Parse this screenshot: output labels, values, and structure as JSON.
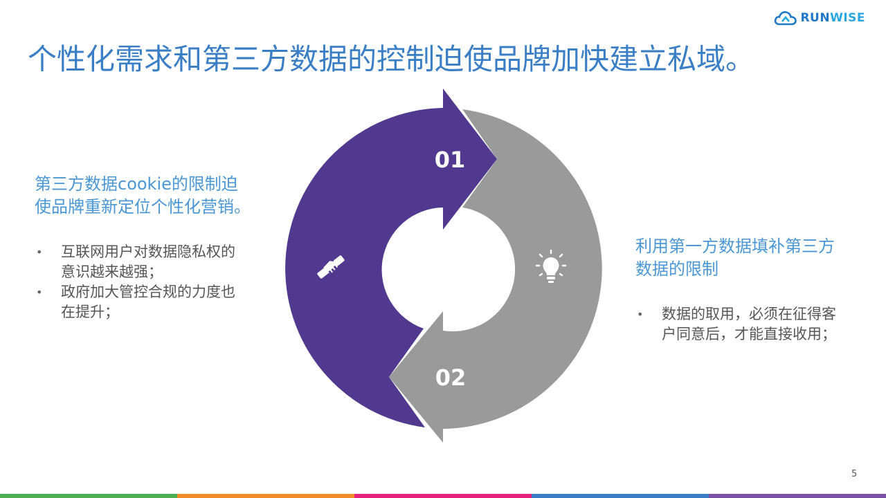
{
  "brand": {
    "logo_run": "RUN",
    "logo_wise": "WISE"
  },
  "slide": {
    "title": "个性化需求和第三方数据的控制迫使品牌加快建立私域。",
    "page_number": "5"
  },
  "left": {
    "heading_line1": "第三方数据cookie的限制迫",
    "heading_line2": "使品牌重新定位个性化营销。",
    "bullets": [
      {
        "line1": "互联网用户对数据隐私权的",
        "line2": "意识越来越强；"
      },
      {
        "line1": "政府加大管控合规的力度也",
        "line2": "在提升；"
      }
    ]
  },
  "right": {
    "heading_line1": "利用第一方数据填补第三方",
    "heading_line2": "数据的限制",
    "bullets": [
      {
        "line1": "数据的取用，必须在征得客",
        "line2": "户同意后，才能直接收用；"
      }
    ]
  },
  "cycle": {
    "step1": "01",
    "step2": "02",
    "icon1": "handshake-icon",
    "icon2": "lightbulb-icon",
    "colors": {
      "step1": "#51398f",
      "step2": "#9a9a9a"
    }
  },
  "bottom_bar_colors": [
    "#4caf50",
    "#f28c28",
    "#e5227a",
    "#3a7fc6",
    "#7b4fa6"
  ]
}
